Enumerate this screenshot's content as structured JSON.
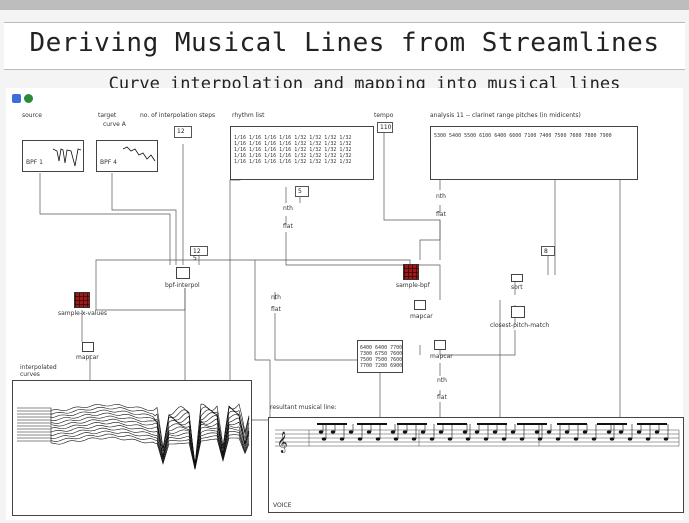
{
  "window": {
    "title": "Deriving Musical Lines from Streamlines",
    "subtitle": "Curve interpolation and mapping into musical lines"
  },
  "labels": {
    "source": "source",
    "target": "target",
    "curve_a": "curve A",
    "steps": "no. of interpolation steps",
    "rhythm": "rhythm list",
    "tempo": "tempo",
    "analysis": "analysis 11 -- clarinet range pitches (in midicents)",
    "interpolated_curves": "interpolated\ncurves",
    "resultant": "resultant musical line:",
    "voice": "VOICE"
  },
  "objects": {
    "bpf1": "BPF 1",
    "bpf2": "BPF 4",
    "steps_value": "12",
    "value_box": "12 5",
    "tempo_value": "110",
    "small_box": "5",
    "small_box2": "8",
    "bpf_interpol": "bpf-interpol",
    "sample_values": "sample-x-values",
    "sample_bpf": "sample-bpf",
    "mapcar1": "mapcar",
    "mapcar2": "mapcar",
    "mapcar3": "mapcar",
    "flat1": "flat",
    "flat2": "flat",
    "flat3": "flat",
    "flat4": "flat",
    "nth1": "nth",
    "nth2": "nth",
    "nth3": "nth",
    "nth4": "nth",
    "sort": "sort",
    "closest": "closest-pitch-match",
    "rhythm_text": "1/16 1/16 1/16 1/16 1/32 1/32 1/32 1/32\n1/16 1/16 1/16 1/16 1/32 1/32 1/32 1/32\n1/16 1/16 1/16 1/16 1/32 1/32 1/32 1/32\n1/16 1/16 1/16 1/16 1/32 1/32 1/32 1/32\n1/16 1/16 1/16 1/16 1/32 1/32 1/32 1/32",
    "analysis_text": "5300 5400 5500 6100 6400 6600 7100 7400 7500 7600 7800 7900",
    "midi_text": "6400 6400 7700\n7300 6750 7600\n7500 7500 7600\n7700 7200 6900"
  }
}
